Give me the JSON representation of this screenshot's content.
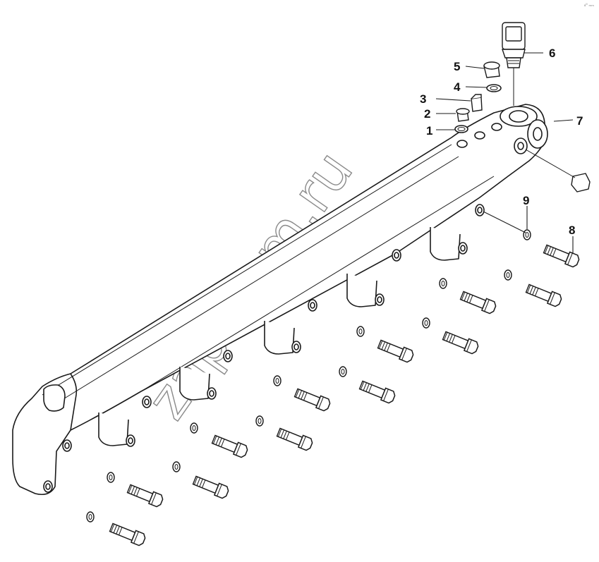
{
  "diagram": {
    "callouts": [
      {
        "id": "1",
        "label": "1"
      },
      {
        "id": "2",
        "label": "2"
      },
      {
        "id": "3",
        "label": "3"
      },
      {
        "id": "4",
        "label": "4"
      },
      {
        "id": "5",
        "label": "5"
      },
      {
        "id": "6",
        "label": "6"
      },
      {
        "id": "7",
        "label": "7"
      },
      {
        "id": "8",
        "label": "8"
      },
      {
        "id": "9",
        "label": "9"
      }
    ],
    "watermark": "zap-kam.ru",
    "corner_mark": "₈ᴵᴵ ₘₘ"
  },
  "colors": {
    "line": "#1a1a1a",
    "fill": "#ffffff",
    "shade": "#bdbdbd",
    "watermark": "#8a8a8a"
  },
  "icons": [
    "pressure-sensor-icon",
    "bolt-icon",
    "washer-icon",
    "plug-icon"
  ]
}
